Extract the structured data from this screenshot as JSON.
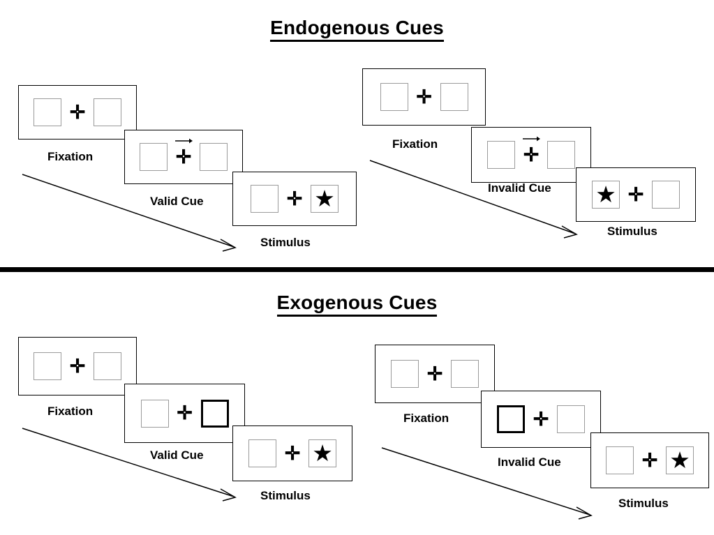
{
  "figure": {
    "title_endogenous": "Endogenous Cues",
    "title_exogenous": "Exogenous Cues",
    "cross_glyph": "✛",
    "star_glyph": "★"
  },
  "sections": [
    {
      "id": "endogenous",
      "title": "Endogenous Cues",
      "cue_type": "central-arrow",
      "sequences": [
        {
          "id": "endogenous-valid",
          "validity": "Valid",
          "panels": [
            {
              "label": "Fixation",
              "left_box": "empty",
              "right_box": "empty",
              "center_cue": "none"
            },
            {
              "label": "Valid Cue",
              "left_box": "empty",
              "right_box": "empty",
              "center_cue": "arrow-right"
            },
            {
              "label": "Stimulus",
              "left_box": "empty",
              "right_box": "star",
              "center_cue": "none"
            }
          ]
        },
        {
          "id": "endogenous-invalid",
          "validity": "Invalid",
          "panels": [
            {
              "label": "Fixation",
              "left_box": "empty",
              "right_box": "empty",
              "center_cue": "none"
            },
            {
              "label": "Invalid Cue",
              "left_box": "empty",
              "right_box": "empty",
              "center_cue": "arrow-right"
            },
            {
              "label": "Stimulus",
              "left_box": "star",
              "right_box": "empty",
              "center_cue": "none"
            }
          ]
        }
      ]
    },
    {
      "id": "exogenous",
      "title": "Exogenous Cues",
      "cue_type": "peripheral-flash",
      "sequences": [
        {
          "id": "exogenous-valid",
          "validity": "Valid",
          "panels": [
            {
              "label": "Fixation",
              "left_box": "empty",
              "right_box": "empty",
              "center_cue": "none"
            },
            {
              "label": "Valid Cue",
              "left_box": "empty",
              "right_box": "cued",
              "center_cue": "none"
            },
            {
              "label": "Stimulus",
              "left_box": "empty",
              "right_box": "star",
              "center_cue": "none"
            }
          ]
        },
        {
          "id": "exogenous-invalid",
          "validity": "Invalid",
          "panels": [
            {
              "label": "Fixation",
              "left_box": "empty",
              "right_box": "empty",
              "center_cue": "none"
            },
            {
              "label": "Invalid Cue",
              "left_box": "cued",
              "right_box": "empty",
              "center_cue": "none"
            },
            {
              "label": "Stimulus",
              "left_box": "empty",
              "right_box": "star",
              "center_cue": "none"
            }
          ]
        }
      ]
    }
  ],
  "colors": {
    "ink": "#000000",
    "box_border": "#9a9a9a",
    "panel_border": "#000000",
    "background": "#ffffff"
  }
}
